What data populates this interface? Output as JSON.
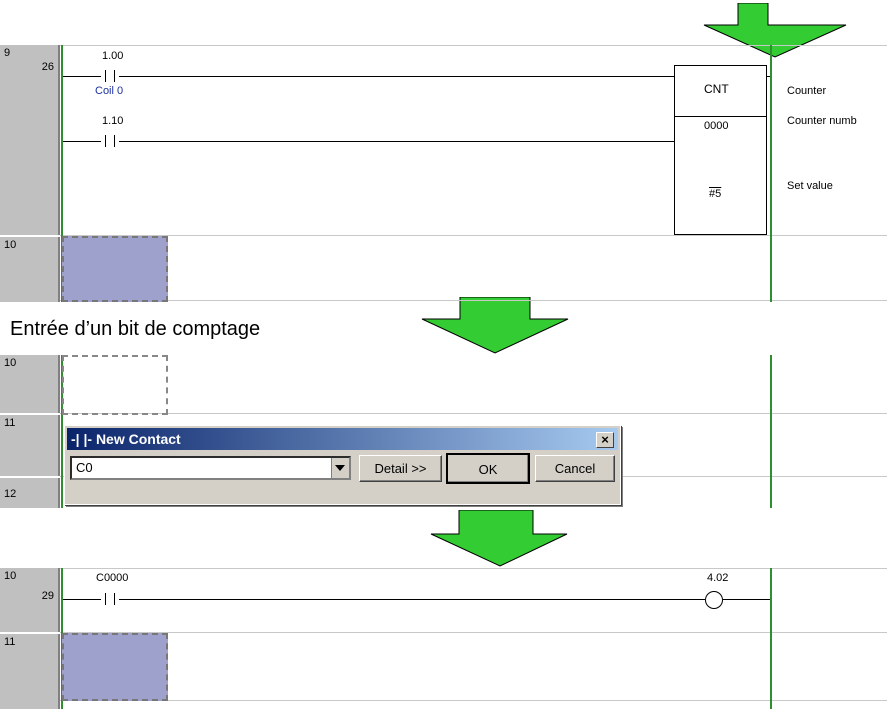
{
  "caption": "Entrée d’un bit de comptage",
  "panel1": {
    "rung9": {
      "number": "9",
      "step": "26"
    },
    "contact1": {
      "address": "1.00",
      "comment": "Coil 0"
    },
    "contact2": {
      "address": "1.10"
    },
    "cnt": {
      "mnemonic": "CNT",
      "counter": "0000",
      "set_value": "#5"
    },
    "op_labels": {
      "counter": "Counter",
      "counter_number": "Counter numb",
      "set_value": "Set value"
    },
    "rung10": {
      "number": "10"
    }
  },
  "panel2": {
    "rung10": {
      "number": "10"
    },
    "rung11": {
      "number": "11"
    },
    "rung12": {
      "number": "12"
    },
    "dialog": {
      "title": "-| |- New Contact",
      "close_label": "×",
      "value": "C0",
      "detail_label": "Detail >>",
      "ok_label": "OK",
      "cancel_label": "Cancel"
    }
  },
  "panel3": {
    "rung10": {
      "number": "10",
      "step": "29"
    },
    "contact": {
      "address": "C0000"
    },
    "coil": {
      "address": "4.02"
    },
    "rung11": {
      "number": "11"
    }
  },
  "colors": {
    "arrow": "#33cc33",
    "rail": "#2f8f2f",
    "cursor": "#9ea1cc",
    "dialog_title": "#0a246a"
  }
}
